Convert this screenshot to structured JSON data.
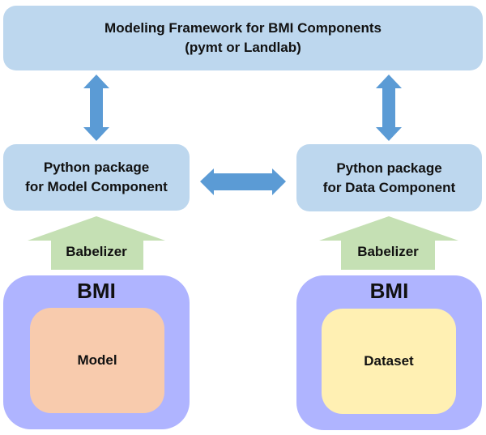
{
  "colors": {
    "box": "#BDD7EE",
    "arrow": "#5B9BD5",
    "babelizer": "#C5E0B4",
    "bmi": "#AFB4FF",
    "model": "#F8CBAD",
    "dataset": "#FFF0B3"
  },
  "framework": {
    "line1": "Modeling Framework for BMI Components",
    "line2": "(pymt or Landlab)"
  },
  "packages": {
    "model": {
      "line1": "Python package",
      "line2": "for Model Component"
    },
    "data": {
      "line1": "Python package",
      "line2": "for Data Component"
    }
  },
  "babelizer": {
    "left_label": "Babelizer",
    "right_label": "Babelizer"
  },
  "bmi": {
    "left": {
      "label": "BMI",
      "inner": "Model"
    },
    "right": {
      "label": "BMI",
      "inner": "Dataset"
    }
  }
}
